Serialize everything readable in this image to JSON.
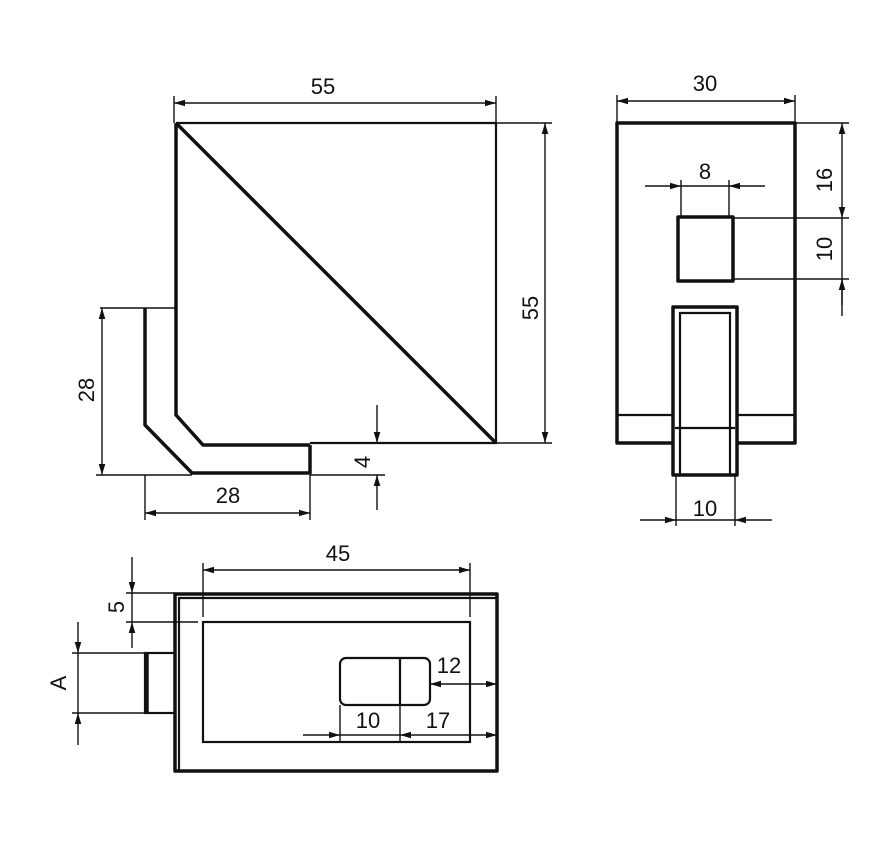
{
  "views": {
    "front": {
      "width_label": "55",
      "height_label": "55",
      "flange_height_label": "28",
      "flange_width_label": "28",
      "thickness_label": "4"
    },
    "side": {
      "width_label": "30",
      "hole_width_label": "8",
      "hole_offset_label": "16",
      "hole_height_label": "10",
      "tab_width_label": "10"
    },
    "top": {
      "inner_length_label": "45",
      "wall_label": "5",
      "variable_label": "A",
      "slot_offset_label": "12",
      "slot_length_label": "10",
      "slot_edge_label": "17"
    }
  },
  "colors": {
    "line": "#111111",
    "background": "#ffffff"
  }
}
